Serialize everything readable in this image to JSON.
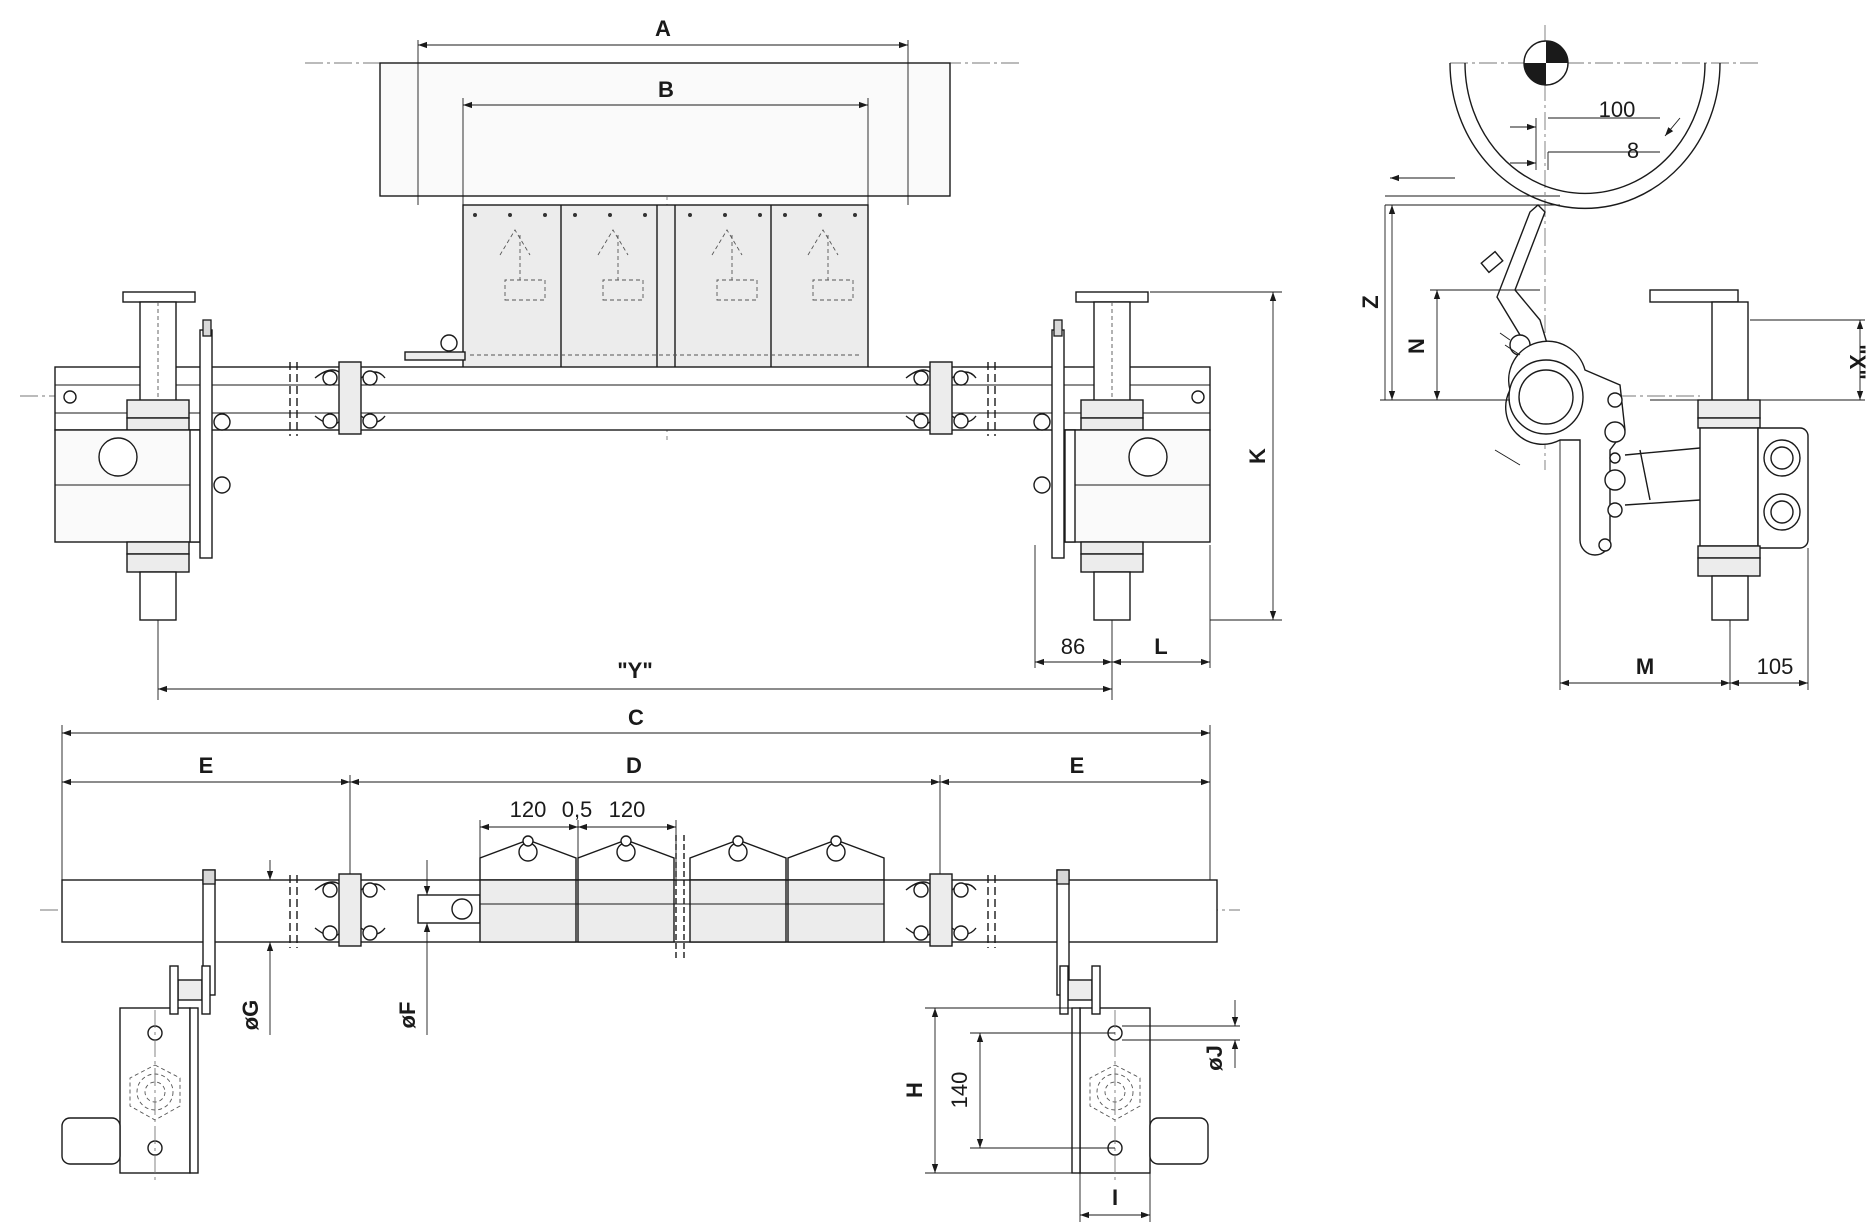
{
  "labels": {
    "A": "A",
    "B": "B",
    "C": "C",
    "D": "D",
    "E_left": "E",
    "E_right": "E",
    "K": "K",
    "L": "L",
    "Y": "\"Y\"",
    "dim_86": "86",
    "Z": "Z",
    "N": "N",
    "X": "\"X\"",
    "M": "M",
    "dim_105": "105",
    "dim_100": "100",
    "dim_8": "8",
    "dim_120_a": "120",
    "dim_0_5": "0,5",
    "dim_120_b": "120",
    "G": "øG",
    "F": "øF",
    "H": "H",
    "dim_140": "140",
    "J": "øJ",
    "I": "I"
  },
  "colors": {
    "line": "#1a1a1a",
    "center_line": "#777777",
    "light_fill": "#ececec"
  }
}
